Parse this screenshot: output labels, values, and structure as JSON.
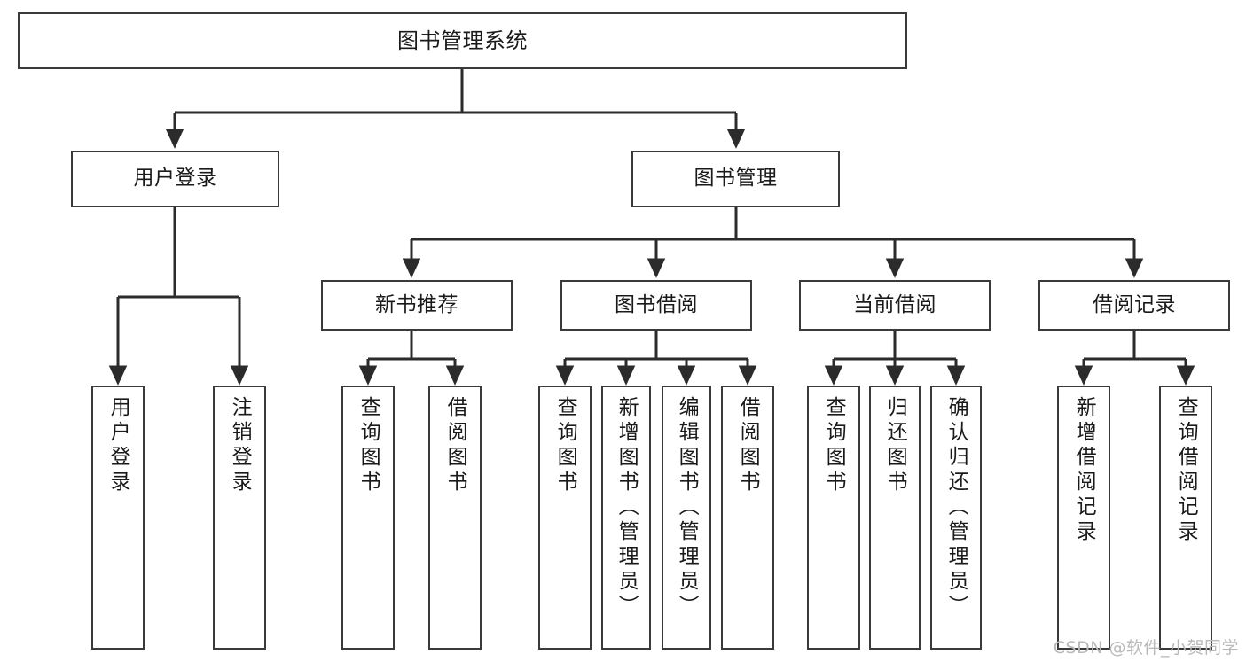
{
  "diagram": {
    "title": "图书管理系统",
    "type": "tree-hierarchy",
    "watermark": "CSDN @软件_小贺同学",
    "colors": {
      "background": "#ffffff",
      "box_border": "#3a3a3a",
      "box_fill": "#ffffff",
      "edge": "#2b2b2b",
      "text": "#1a1a1a",
      "watermark": "#b9b9b9"
    },
    "root": {
      "id": "root",
      "label": "图书管理系统"
    },
    "level1": [
      {
        "id": "l1-0",
        "label": "用户登录"
      },
      {
        "id": "l1-1",
        "label": "图书管理"
      }
    ],
    "level2": [
      {
        "id": "l2-0",
        "label": "新书推荐",
        "parent": "l1-1"
      },
      {
        "id": "l2-1",
        "label": "图书借阅",
        "parent": "l1-1"
      },
      {
        "id": "l2-2",
        "label": "当前借阅",
        "parent": "l1-1"
      },
      {
        "id": "l2-3",
        "label": "借阅记录",
        "parent": "l1-1"
      }
    ],
    "leaves": [
      {
        "id": "lf-0",
        "label": "用户登录",
        "parent": "l1-0"
      },
      {
        "id": "lf-1",
        "label": "注销登录",
        "parent": "l1-0"
      },
      {
        "id": "lf-2",
        "label": "查询图书",
        "parent": "l2-0"
      },
      {
        "id": "lf-3",
        "label": "借阅图书",
        "parent": "l2-0"
      },
      {
        "id": "lf-4",
        "label": "查询图书",
        "parent": "l2-1"
      },
      {
        "id": "lf-5",
        "label": "新增图书（管理员）",
        "parent": "l2-1"
      },
      {
        "id": "lf-6",
        "label": "编辑图书（管理员）",
        "parent": "l2-1"
      },
      {
        "id": "lf-7",
        "label": "借阅图书",
        "parent": "l2-1"
      },
      {
        "id": "lf-8",
        "label": "查询图书",
        "parent": "l2-2"
      },
      {
        "id": "lf-9",
        "label": "归还图书",
        "parent": "l2-2"
      },
      {
        "id": "lf-10",
        "label": "确认归还（管理员）",
        "parent": "l2-2"
      },
      {
        "id": "lf-11",
        "label": "新增借阅记录",
        "parent": "l2-3"
      },
      {
        "id": "lf-12",
        "label": "查询借阅记录",
        "parent": "l2-3"
      }
    ]
  }
}
